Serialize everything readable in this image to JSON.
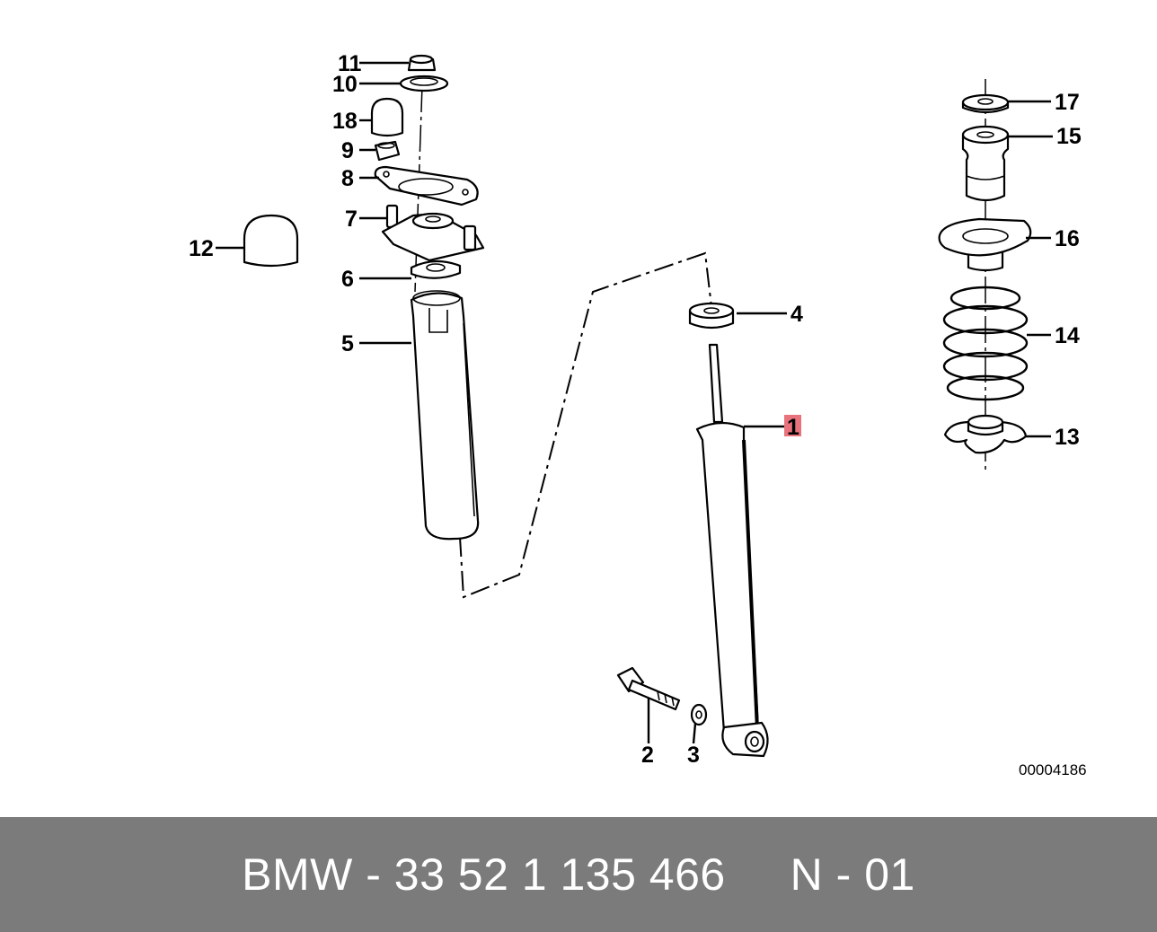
{
  "diagram": {
    "labels": {
      "p1": "1",
      "p2": "2",
      "p3": "3",
      "p4": "4",
      "p5": "5",
      "p6": "6",
      "p7": "7",
      "p8": "8",
      "p9": "9",
      "p10": "10",
      "p11": "11",
      "p12": "12",
      "p13": "13",
      "p14": "14",
      "p15": "15",
      "p16": "16",
      "p17": "17",
      "p18": "18"
    },
    "highlight_color": "#e8737c",
    "reference": "00004186"
  },
  "footer": {
    "text": "BMW - 33 52 1 135 466     N - 01",
    "background": "#7b7b7b"
  }
}
